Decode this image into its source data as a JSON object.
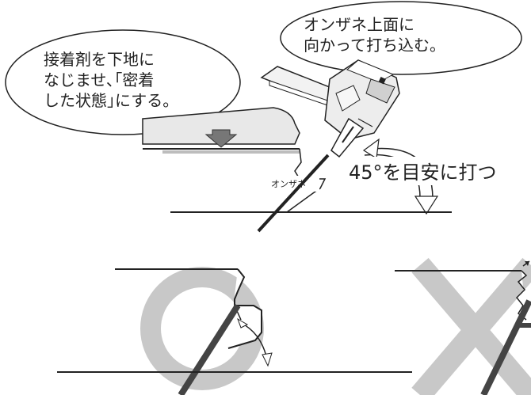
{
  "figure": {
    "bubble_left": {
      "lines": [
        "接着剤を下地に",
        "なじませ､｢密着",
        "した状態｣にする。"
      ]
    },
    "bubble_right": {
      "lines": [
        "オンザネ上面に",
        "向かって打ち込む。"
      ]
    },
    "angle_note": "45°を目安に打つ",
    "tongue_label": "オンザネ",
    "correct_mark": "○",
    "wrong_mark": "×",
    "colors": {
      "line": "#222222",
      "fill_light": "#e6e6e6",
      "mark_gray": "#c8c8c8",
      "tool_body": "#f2f2f2"
    }
  }
}
